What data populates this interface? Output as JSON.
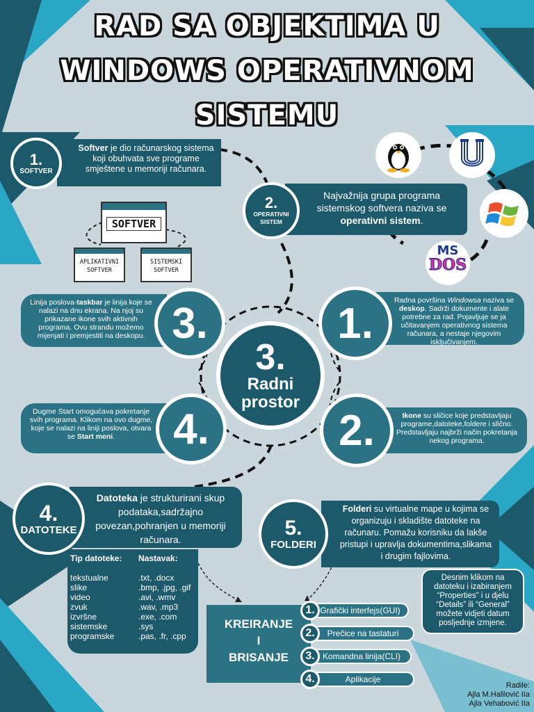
{
  "title": {
    "line1": "RAD SA OBJEKTIMA U",
    "line2": "WINDOWS OPERATIVNOM",
    "line3": "SISTEMU"
  },
  "colors": {
    "dark": "#1c5a6b",
    "mid": "#2b7384",
    "accent": "#2aa7c4",
    "bg": "#c9d6dc"
  },
  "softver": {
    "num": "1.",
    "label": "SOFTVER",
    "text_bold": "Softver",
    "text": " je dio računarskog sistema koji obuhvata sve programe smještene u memoriji računara.",
    "folder_top": "SOFTVER",
    "folder_left": "APLIKATIVNI SOFTVER",
    "folder_right": "SISTEMSKI SOFTVER"
  },
  "os": {
    "num": "2.",
    "label": "OPERATIVNI SISTEM",
    "text": "Najvažnija grupa programa sistemskog softvera naziva se ",
    "text_bold": "operativni sistem",
    "text_end": ".",
    "logos": [
      "linux-tux-icon",
      "unix-logo-icon",
      "windows-logo-icon",
      "msdos-logo-icon"
    ],
    "msdos_ms": "MS",
    "msdos_dos": "DOS"
  },
  "radni": {
    "num": "3.",
    "label_line1": "Radni",
    "label_line2": "prostor",
    "desktop": {
      "num": "1.",
      "t1": "Radna površina ",
      "t1_i": "Windowsa",
      "t2": " naziva se ",
      "t2_b": "deskop",
      "t3": ". Sadrži dokumente i alate potrebne za rad. Pojavljuje se ja učitavanjem operativnog sistema računara, a nestaje njegovim isključivanjem."
    },
    "ikone": {
      "num": "2.",
      "b": "Ikone",
      "t": " su sličice koje predstavljaju programe,datoteke,foldere i slično. Predstavljaju najbrži način pokretanja nekog programa."
    },
    "taskbar": {
      "num": "3.",
      "t1": "Linija poslova-",
      "b": "taskbar",
      "t2": " je linija koje se nalazi na dnu ekrana. Na njoj su prikazane ikone svih aktivnih programa. Ovu strandu možemo mijenjati i premjestiti na deskopu."
    },
    "start": {
      "num": "4.",
      "t": "Dugme Start omogućava pokretanje svih programa. Klikom na ovo dugme, koje se nalazi na liniji poslova, otvara se ",
      "b": "Start meni",
      "t_end": "."
    }
  },
  "datoteke": {
    "num": "4.",
    "label": "DATOTEKE",
    "b": "Datoteka",
    "t": " je strukturirani skup podataka,sadržajno povezan,pohranjen u memoriji računara.",
    "table_headers": [
      "Tip datoteke:",
      "Nastavak:"
    ],
    "rows": [
      [
        "tekstualne",
        ".txt, .docx"
      ],
      [
        "slike",
        ".bmp, .jpg, .gif"
      ],
      [
        "video",
        ".avi, .wmv"
      ],
      [
        "zvuk",
        ".wav, .mp3"
      ],
      [
        "izvršne",
        ".exe, .com"
      ],
      [
        "sistemske",
        ".sys"
      ],
      [
        "programske",
        ".pas, .fr, .cpp"
      ]
    ]
  },
  "folderi": {
    "num": "5.",
    "label": "FOLDERI",
    "b": "Folderi",
    "t": " su virtualne mape u kojima se organizuju i skladište datoteke na računaru. Pomažu korisniku da lakše pristupi i upravlja dokumentima,slikama i drugim fajlovima.",
    "note": "Desnim klikom na datoteku i izabiranjem “Properties” i u djelu “Details” ili “General” možete vidjeti datum posljednje izmjene."
  },
  "kreiranje": {
    "line1": "KREIRANJE",
    "line2": "I",
    "line3": "BRISANJE",
    "steps": [
      {
        "num": "1.",
        "label": "Grafički interfejs(GUI)"
      },
      {
        "num": "2.",
        "label": "Prečice na tastaturi"
      },
      {
        "num": "3.",
        "label": "Komandna linija(CLI)"
      },
      {
        "num": "4.",
        "label": "Aplikacije"
      }
    ]
  },
  "authors": {
    "label": "Radile:",
    "a1": "Ajla M.Halilović IIa",
    "a2": "Ajla Vehabović IIa"
  }
}
